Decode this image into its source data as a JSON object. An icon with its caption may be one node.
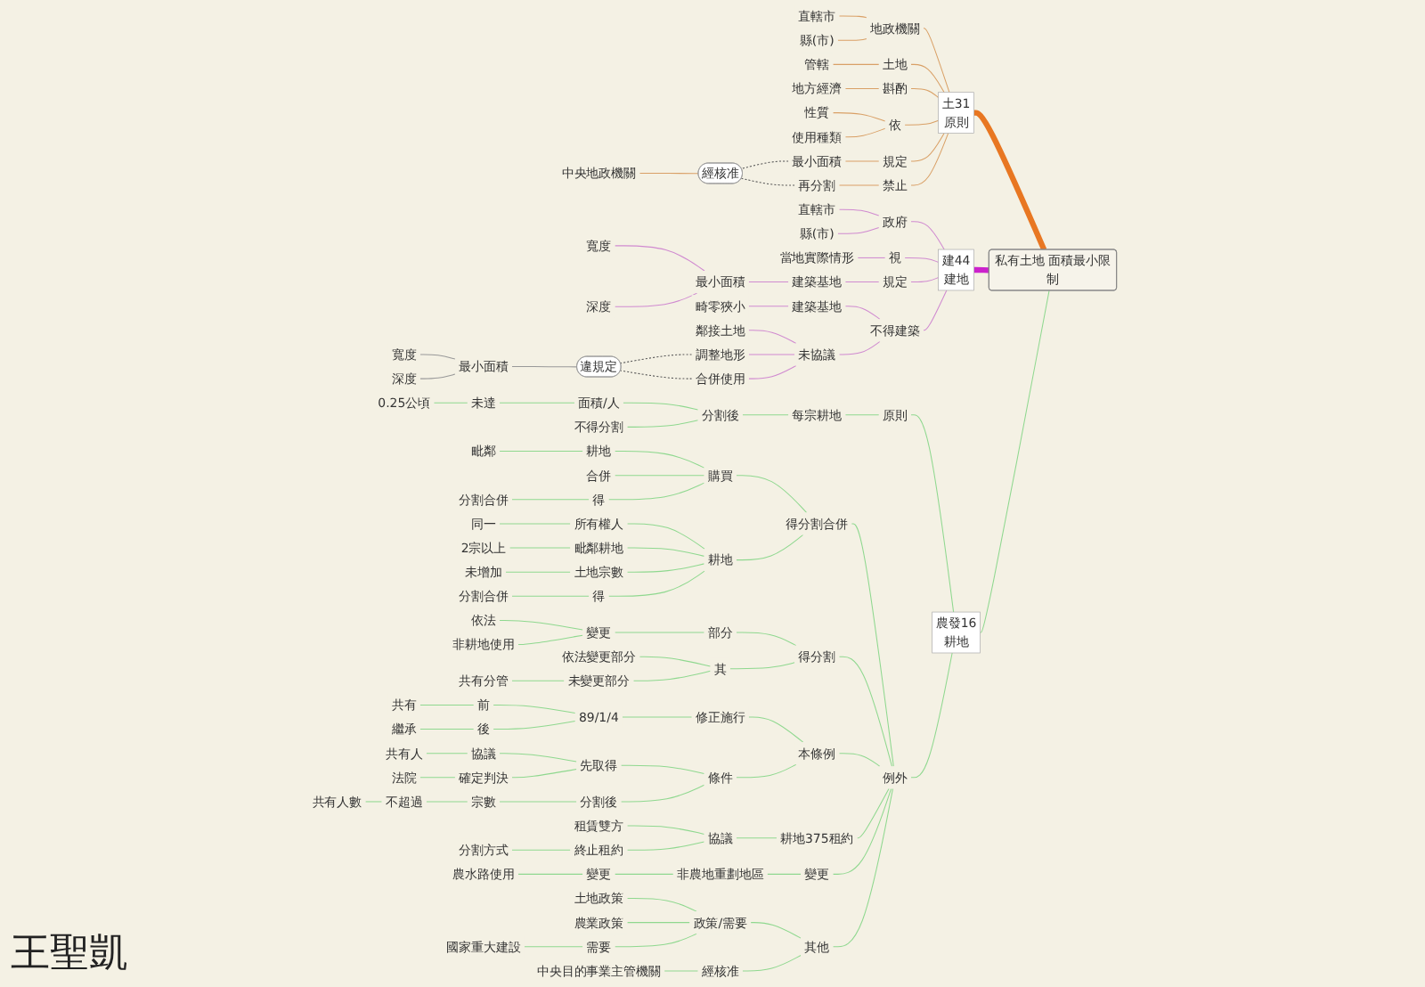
{
  "diagram": {
    "nodes": [
      {
        "text": [
          "私有土地 面積最小限制"
        ]
      },
      {
        "text": [
          "土31",
          "原則"
        ]
      },
      {
        "text": [
          "地政機關"
        ]
      },
      {
        "text": [
          "直轄市"
        ]
      },
      {
        "text": [
          "縣(市)"
        ]
      },
      {
        "text": [
          "土地"
        ]
      },
      {
        "text": [
          "管轄"
        ]
      },
      {
        "text": [
          "斟酌"
        ]
      },
      {
        "text": [
          "地方經濟"
        ]
      },
      {
        "text": [
          "依"
        ]
      },
      {
        "text": [
          "性質"
        ]
      },
      {
        "text": [
          "使用種類"
        ]
      },
      {
        "text": [
          "規定"
        ]
      },
      {
        "text": [
          "最小面積"
        ]
      },
      {
        "text": [
          "禁止"
        ]
      },
      {
        "text": [
          "再分割"
        ]
      },
      {
        "text": [
          "經核准"
        ]
      },
      {
        "text": [
          "中央地政機關"
        ]
      },
      {
        "text": [
          "建44",
          "建地"
        ]
      },
      {
        "text": [
          "政府"
        ]
      },
      {
        "text": [
          "直轄市"
        ]
      },
      {
        "text": [
          "縣(市)"
        ]
      },
      {
        "text": [
          "視"
        ]
      },
      {
        "text": [
          "當地實際情形"
        ]
      },
      {
        "text": [
          "規定"
        ]
      },
      {
        "text": [
          "建築基地"
        ]
      },
      {
        "text": [
          "最小面積"
        ]
      },
      {
        "text": [
          "寬度"
        ]
      },
      {
        "text": [
          "深度"
        ]
      },
      {
        "text": [
          "不得建築"
        ]
      },
      {
        "text": [
          "建築基地"
        ]
      },
      {
        "text": [
          "畸零狹小"
        ]
      },
      {
        "text": [
          "未協議"
        ]
      },
      {
        "text": [
          "鄰接土地"
        ]
      },
      {
        "text": [
          "調整地形"
        ]
      },
      {
        "text": [
          "合併使用"
        ]
      },
      {
        "text": [
          "違規定"
        ]
      },
      {
        "text": [
          "最小面積"
        ]
      },
      {
        "text": [
          "寬度"
        ]
      },
      {
        "text": [
          "深度"
        ]
      },
      {
        "text": [
          "農發16",
          "耕地"
        ]
      },
      {
        "text": [
          "原則"
        ]
      },
      {
        "text": [
          "每宗耕地"
        ]
      },
      {
        "text": [
          "分割後"
        ]
      },
      {
        "text": [
          "面積/人"
        ]
      },
      {
        "text": [
          "未達"
        ]
      },
      {
        "text": [
          "0.25公頃"
        ]
      },
      {
        "text": [
          "不得分割"
        ]
      },
      {
        "text": [
          "例外"
        ]
      },
      {
        "text": [
          "得分割合併"
        ]
      },
      {
        "text": [
          "購買"
        ]
      },
      {
        "text": [
          "耕地"
        ]
      },
      {
        "text": [
          "毗鄰"
        ]
      },
      {
        "text": [
          "合併"
        ]
      },
      {
        "text": [
          "得"
        ]
      },
      {
        "text": [
          "分割合併"
        ]
      },
      {
        "text": [
          "耕地"
        ]
      },
      {
        "text": [
          "所有權人"
        ]
      },
      {
        "text": [
          "同一"
        ]
      },
      {
        "text": [
          "毗鄰耕地"
        ]
      },
      {
        "text": [
          "2宗以上"
        ]
      },
      {
        "text": [
          "土地宗數"
        ]
      },
      {
        "text": [
          "未增加"
        ]
      },
      {
        "text": [
          "得"
        ]
      },
      {
        "text": [
          "分割合併"
        ]
      },
      {
        "text": [
          "得分割"
        ]
      },
      {
        "text": [
          "部分"
        ]
      },
      {
        "text": [
          "變更"
        ]
      },
      {
        "text": [
          "依法"
        ]
      },
      {
        "text": [
          "非耕地使用"
        ]
      },
      {
        "text": [
          "其"
        ]
      },
      {
        "text": [
          "依法變更部分"
        ]
      },
      {
        "text": [
          "未變更部分"
        ]
      },
      {
        "text": [
          "共有分管"
        ]
      },
      {
        "text": [
          "本條例"
        ]
      },
      {
        "text": [
          "修正施行"
        ]
      },
      {
        "text": [
          "89/1/4"
        ]
      },
      {
        "text": [
          "前"
        ]
      },
      {
        "text": [
          "共有"
        ]
      },
      {
        "text": [
          "後"
        ]
      },
      {
        "text": [
          "繼承"
        ]
      },
      {
        "text": [
          "條件"
        ]
      },
      {
        "text": [
          "先取得"
        ]
      },
      {
        "text": [
          "協議"
        ]
      },
      {
        "text": [
          "共有人"
        ]
      },
      {
        "text": [
          "確定判決"
        ]
      },
      {
        "text": [
          "法院"
        ]
      },
      {
        "text": [
          "分割後"
        ]
      },
      {
        "text": [
          "宗數"
        ]
      },
      {
        "text": [
          "不超過"
        ]
      },
      {
        "text": [
          "共有人數"
        ]
      },
      {
        "text": [
          "耕地375租約"
        ]
      },
      {
        "text": [
          "協議"
        ]
      },
      {
        "text": [
          "租賃雙方"
        ]
      },
      {
        "text": [
          "終止租約"
        ]
      },
      {
        "text": [
          "分割方式"
        ]
      },
      {
        "text": [
          "變更"
        ]
      },
      {
        "text": [
          "非農地重劃地區"
        ]
      },
      {
        "text": [
          "變更"
        ]
      },
      {
        "text": [
          "農水路使用"
        ]
      },
      {
        "text": [
          "其他"
        ]
      },
      {
        "text": [
          "政策/需要"
        ]
      },
      {
        "text": [
          "土地政策"
        ]
      },
      {
        "text": [
          "農業政策"
        ]
      },
      {
        "text": [
          "需要"
        ]
      },
      {
        "text": [
          "國家重大建設"
        ]
      },
      {
        "text": [
          "經核准"
        ]
      },
      {
        "text": [
          "中央目的事業主管機關"
        ]
      }
    ],
    "edges": [
      {
        "from": 0,
        "to": 1,
        "arrow": "none",
        "style": "thick",
        "color": "#e87722"
      },
      {
        "from": 1,
        "to": 2,
        "arrow": "none",
        "color": "#d9a066"
      },
      {
        "from": 2,
        "to": 3,
        "arrow": "none",
        "color": "#d9a066"
      },
      {
        "from": 2,
        "to": 4,
        "arrow": "none",
        "color": "#d9a066"
      },
      {
        "from": 1,
        "to": 5,
        "arrow": "none",
        "color": "#d9a066"
      },
      {
        "from": 5,
        "to": 6,
        "arrow": "none",
        "color": "#d9a066"
      },
      {
        "from": 1,
        "to": 7,
        "arrow": "none",
        "color": "#d9a066"
      },
      {
        "from": 7,
        "to": 8,
        "arrow": "none",
        "color": "#d9a066"
      },
      {
        "from": 1,
        "to": 9,
        "arrow": "none",
        "color": "#d9a066"
      },
      {
        "from": 9,
        "to": 10,
        "arrow": "none",
        "color": "#d9a066"
      },
      {
        "from": 9,
        "to": 11,
        "arrow": "none",
        "color": "#d9a066"
      },
      {
        "from": 1,
        "to": 12,
        "arrow": "none",
        "color": "#d9a066"
      },
      {
        "from": 12,
        "to": 13,
        "arrow": "none",
        "color": "#d9a066"
      },
      {
        "from": 1,
        "to": 14,
        "arrow": "none",
        "color": "#d9a066"
      },
      {
        "from": 14,
        "to": 15,
        "arrow": "none",
        "color": "#d9a066"
      },
      {
        "from": 13,
        "to": 16,
        "arrow": "none",
        "style": "dashed",
        "color": "#555555"
      },
      {
        "from": 15,
        "to": 16,
        "arrow": "none",
        "style": "dashed",
        "color": "#555555"
      },
      {
        "from": 16,
        "to": 17,
        "arrow": "none",
        "color": "#d9a066"
      },
      {
        "from": 0,
        "to": 18,
        "arrow": "none",
        "style": "thick",
        "color": "#cc22cc"
      },
      {
        "from": 18,
        "to": 19,
        "arrow": "none",
        "color": "#d08ad0"
      },
      {
        "from": 19,
        "to": 20,
        "arrow": "none",
        "color": "#d08ad0"
      },
      {
        "from": 19,
        "to": 21,
        "arrow": "none",
        "color": "#d08ad0"
      },
      {
        "from": 18,
        "to": 22,
        "arrow": "none",
        "color": "#d08ad0"
      },
      {
        "from": 22,
        "to": 23,
        "arrow": "none",
        "color": "#d08ad0"
      },
      {
        "from": 18,
        "to": 24,
        "arrow": "none",
        "color": "#d08ad0"
      },
      {
        "from": 24,
        "to": 25,
        "arrow": "none",
        "color": "#d08ad0"
      },
      {
        "from": 25,
        "to": 26,
        "arrow": "none",
        "color": "#d08ad0"
      },
      {
        "from": 26,
        "to": 27,
        "arrow": "none",
        "color": "#d08ad0"
      },
      {
        "from": 26,
        "to": 28,
        "arrow": "none",
        "color": "#d08ad0"
      },
      {
        "from": 18,
        "to": 29,
        "arrow": "none",
        "color": "#d08ad0"
      },
      {
        "from": 29,
        "to": 30,
        "arrow": "none",
        "color": "#d08ad0"
      },
      {
        "from": 30,
        "to": 31,
        "arrow": "none",
        "color": "#d08ad0"
      },
      {
        "from": 29,
        "to": 32,
        "arrow": "none",
        "color": "#d08ad0"
      },
      {
        "from": 32,
        "to": 33,
        "arrow": "none",
        "color": "#d08ad0"
      },
      {
        "from": 32,
        "to": 34,
        "arrow": "none",
        "color": "#d08ad0"
      },
      {
        "from": 32,
        "to": 35,
        "arrow": "none",
        "color": "#d08ad0"
      },
      {
        "from": 34,
        "to": 36,
        "arrow": "none",
        "style": "dashed",
        "color": "#555555"
      },
      {
        "from": 35,
        "to": 36,
        "arrow": "none",
        "style": "dashed",
        "color": "#555555"
      },
      {
        "from": 36,
        "to": 37,
        "arrow": "none",
        "color": "#999999"
      },
      {
        "from": 37,
        "to": 38,
        "arrow": "none",
        "color": "#999999"
      },
      {
        "from": 37,
        "to": 39,
        "arrow": "none",
        "color": "#999999"
      },
      {
        "from": 0,
        "to": 40,
        "arrow": "none"
      },
      {
        "from": 40,
        "to": 41,
        "arrow": "none"
      },
      {
        "from": 41,
        "to": 42,
        "arrow": "none"
      },
      {
        "from": 42,
        "to": 43,
        "arrow": "none"
      },
      {
        "from": 43,
        "to": 44,
        "arrow": "none"
      },
      {
        "from": 44,
        "to": 45,
        "arrow": "none"
      },
      {
        "from": 45,
        "to": 46,
        "arrow": "none"
      },
      {
        "from": 43,
        "to": 47,
        "arrow": "none"
      },
      {
        "from": 40,
        "to": 48,
        "arrow": "none"
      },
      {
        "from": 48,
        "to": 49,
        "arrow": "none"
      },
      {
        "from": 49,
        "to": 50,
        "arrow": "none"
      },
      {
        "from": 50,
        "to": 51,
        "arrow": "none"
      },
      {
        "from": 51,
        "to": 52,
        "arrow": "none"
      },
      {
        "from": 50,
        "to": 53,
        "arrow": "none"
      },
      {
        "from": 50,
        "to": 54,
        "arrow": "none"
      },
      {
        "from": 54,
        "to": 55,
        "arrow": "none"
      },
      {
        "from": 49,
        "to": 56,
        "arrow": "none"
      },
      {
        "from": 56,
        "to": 57,
        "arrow": "none"
      },
      {
        "from": 57,
        "to": 58,
        "arrow": "none"
      },
      {
        "from": 56,
        "to": 59,
        "arrow": "none"
      },
      {
        "from": 59,
        "to": 60,
        "arrow": "none"
      },
      {
        "from": 56,
        "to": 61,
        "arrow": "none"
      },
      {
        "from": 61,
        "to": 62,
        "arrow": "none"
      },
      {
        "from": 56,
        "to": 63,
        "arrow": "none"
      },
      {
        "from": 63,
        "to": 64,
        "arrow": "none"
      },
      {
        "from": 48,
        "to": 65,
        "arrow": "none"
      },
      {
        "from": 65,
        "to": 66,
        "arrow": "none"
      },
      {
        "from": 66,
        "to": 67,
        "arrow": "none"
      },
      {
        "from": 67,
        "to": 68,
        "arrow": "none"
      },
      {
        "from": 67,
        "to": 69,
        "arrow": "none"
      },
      {
        "from": 65,
        "to": 70,
        "arrow": "none"
      },
      {
        "from": 70,
        "to": 71,
        "arrow": "none"
      },
      {
        "from": 70,
        "to": 72,
        "arrow": "none"
      },
      {
        "from": 72,
        "to": 73,
        "arrow": "none"
      },
      {
        "from": 48,
        "to": 74,
        "arrow": "none"
      },
      {
        "from": 74,
        "to": 75,
        "arrow": "none"
      },
      {
        "from": 75,
        "to": 76,
        "arrow": "none"
      },
      {
        "from": 76,
        "to": 77,
        "arrow": "none"
      },
      {
        "from": 77,
        "to": 78,
        "arrow": "none"
      },
      {
        "from": 76,
        "to": 79,
        "arrow": "none"
      },
      {
        "from": 79,
        "to": 80,
        "arrow": "none"
      },
      {
        "from": 74,
        "to": 81,
        "arrow": "none"
      },
      {
        "from": 81,
        "to": 82,
        "arrow": "none"
      },
      {
        "from": 82,
        "to": 83,
        "arrow": "none"
      },
      {
        "from": 83,
        "to": 84,
        "arrow": "none"
      },
      {
        "from": 82,
        "to": 85,
        "arrow": "none"
      },
      {
        "from": 85,
        "to": 86,
        "arrow": "none"
      },
      {
        "from": 81,
        "to": 87,
        "arrow": "none"
      },
      {
        "from": 87,
        "to": 88,
        "arrow": "none"
      },
      {
        "from": 88,
        "to": 89,
        "arrow": "none"
      },
      {
        "from": 89,
        "to": 90,
        "arrow": "none"
      },
      {
        "from": 48,
        "to": 91,
        "arrow": "none"
      },
      {
        "from": 91,
        "to": 92,
        "arrow": "none"
      },
      {
        "from": 92,
        "to": 93,
        "arrow": "none"
      },
      {
        "from": 92,
        "to": 94,
        "arrow": "none"
      },
      {
        "from": 94,
        "to": 95,
        "arrow": "none"
      },
      {
        "from": 48,
        "to": 96,
        "arrow": "none"
      },
      {
        "from": 96,
        "to": 97,
        "arrow": "none"
      },
      {
        "from": 97,
        "to": 98,
        "arrow": "none"
      },
      {
        "from": 98,
        "to": 99,
        "arrow": "none"
      },
      {
        "from": 48,
        "to": 100,
        "arrow": "none"
      },
      {
        "from": 100,
        "to": 101,
        "arrow": "none"
      },
      {
        "from": 101,
        "to": 102,
        "arrow": "none"
      },
      {
        "from": 101,
        "to": 103,
        "arrow": "none"
      },
      {
        "from": 101,
        "to": 104,
        "arrow": "none"
      },
      {
        "from": 104,
        "to": 105,
        "arrow": "none"
      },
      {
        "from": 100,
        "to": 106,
        "arrow": "none"
      },
      {
        "from": 106,
        "to": 107,
        "arrow": "none"
      }
    ],
    "labels": [
      "王聖凱"
    ]
  }
}
